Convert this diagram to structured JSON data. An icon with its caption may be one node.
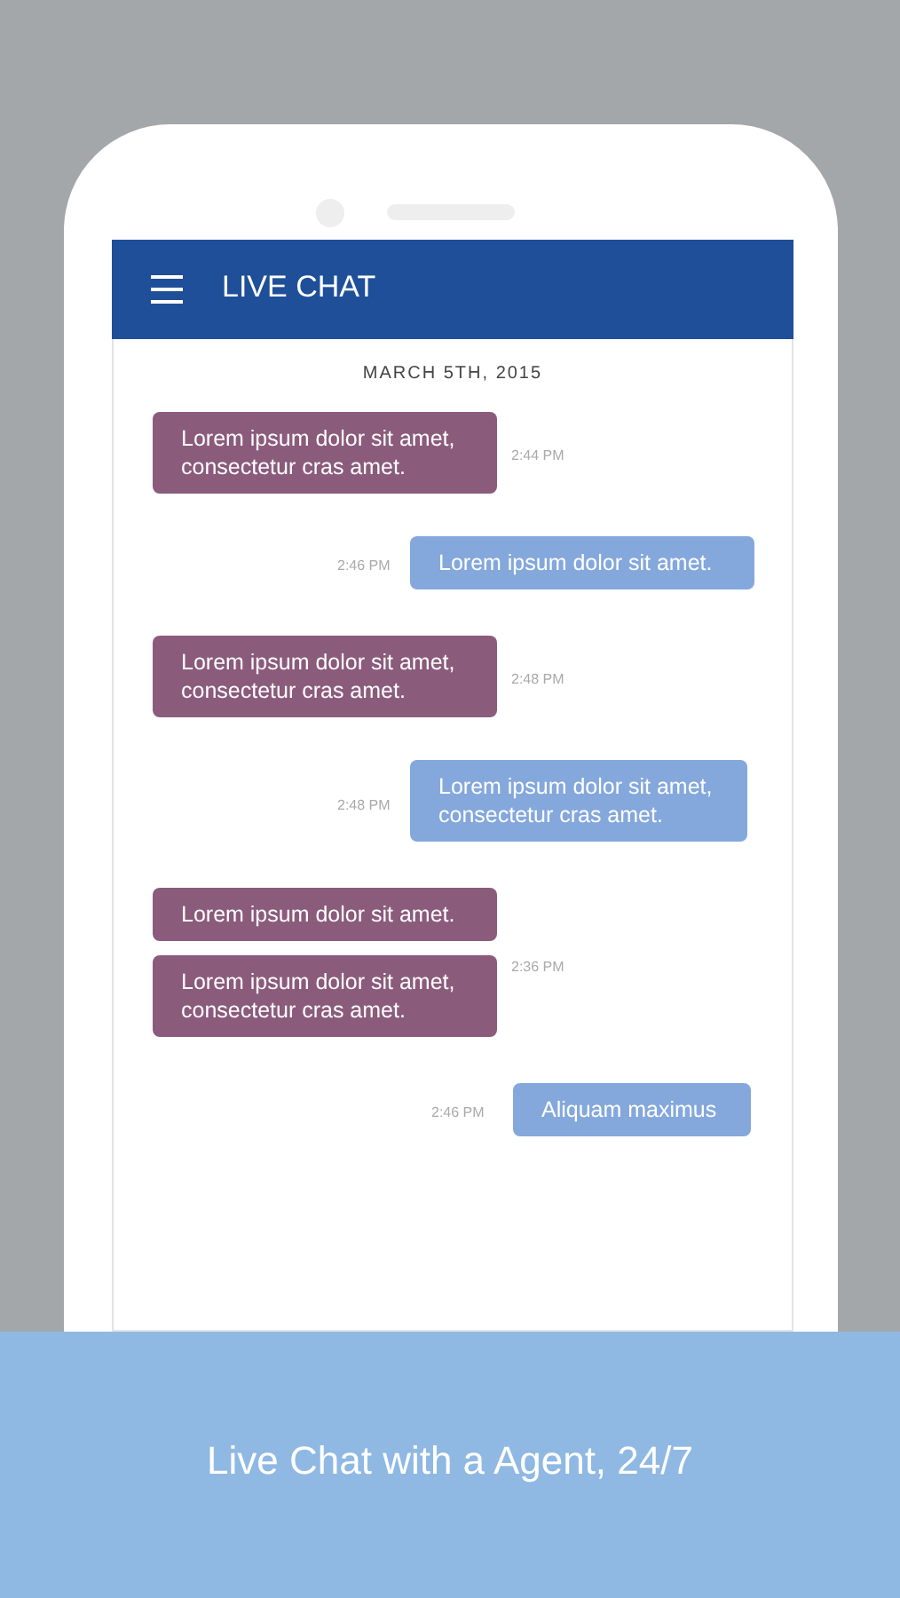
{
  "diagram": {
    "caption": "Live Chat with a Agent, 24/7",
    "nodes": [
      {
        "text": [
          "LIVE CHAT"
        ]
      },
      {
        "text": [
          "Lorem ipsum dolor sit amet, consectetur cras amet."
        ],
        "beside": [
          "2:44 PM"
        ]
      },
      {
        "text": [
          "Lorem ipsum dolor sit amet."
        ],
        "beside": [
          "2:46 PM"
        ]
      },
      {
        "text": [
          "Lorem ipsum dolor sit amet, consectetur cras amet."
        ],
        "beside": [
          "2:48 PM"
        ]
      },
      {
        "text": [
          "Lorem ipsum dolor sit amet, consectetur cras amet."
        ],
        "beside": [
          "2:48 PM"
        ]
      },
      {
        "text": [
          "Lorem ipsum dolor sit amet."
        ]
      },
      {
        "text": [
          "Lorem ipsum dolor sit amet, consectetur cras amet."
        ],
        "beside": [
          "2:36 PM"
        ]
      },
      {
        "text": [
          "Aliquam maximus"
        ],
        "beside": [
          "2:46 PM"
        ]
      }
    ],
    "labels": [
      "MARCH 5TH, 2015"
    ]
  }
}
